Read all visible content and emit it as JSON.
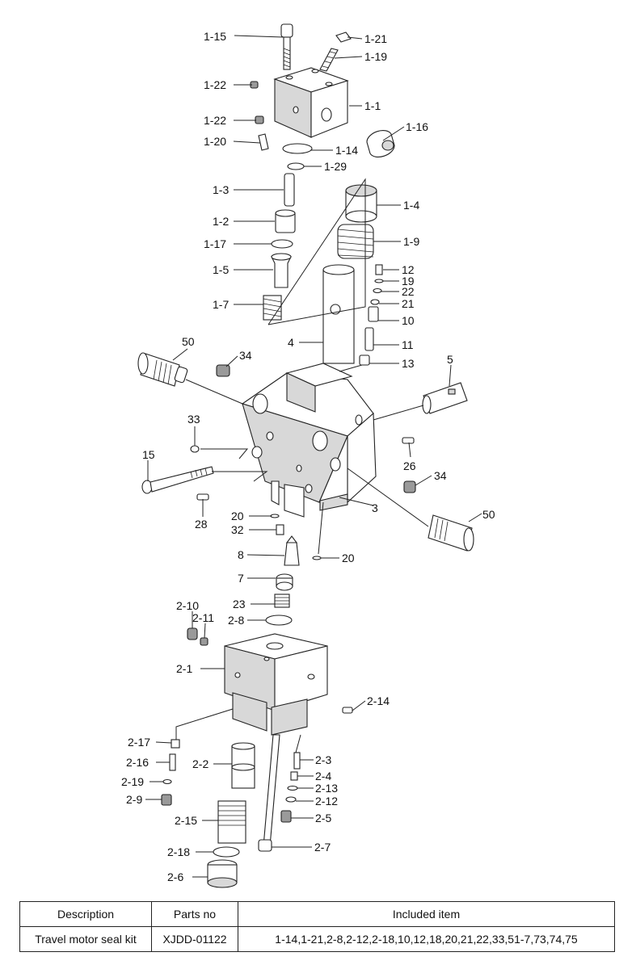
{
  "callouts": {
    "c1_15": "1-15",
    "c1_21": "1-21",
    "c1_19": "1-19",
    "c1_22a": "1-22",
    "c1_1": "1-1",
    "c1_22b": "1-22",
    "c1_16": "1-16",
    "c1_20": "1-20",
    "c1_14": "1-14",
    "c1_29": "1-29",
    "c1_3": "1-3",
    "c1_4": "1-4",
    "c1_2": "1-2",
    "c1_9": "1-9",
    "c1_17": "1-17",
    "c1_5": "1-5",
    "c1_7": "1-7",
    "c12": "12",
    "c19": "19",
    "c22": "22",
    "c21": "21",
    "c10": "10",
    "c4": "4",
    "c11": "11",
    "c13": "13",
    "c50a": "50",
    "c34a": "34",
    "c5": "5",
    "c33": "33",
    "c15": "15",
    "c26": "26",
    "c34b": "34",
    "c3": "3",
    "c50b": "50",
    "c20a": "20",
    "c28": "28",
    "c32": "32",
    "c8": "8",
    "c20b": "20",
    "c7": "7",
    "c23": "23",
    "c2_10": "2-10",
    "c2_11": "2-11",
    "c2_8": "2-8",
    "c2_1": "2-1",
    "c2_14": "2-14",
    "c2_17": "2-17",
    "c2_16": "2-16",
    "c2_2": "2-2",
    "c2_3": "2-3",
    "c2_4": "2-4",
    "c2_19": "2-19",
    "c2_13": "2-13",
    "c2_9": "2-9",
    "c2_12": "2-12",
    "c2_5": "2-5",
    "c2_15": "2-15",
    "c2_18": "2-18",
    "c2_7": "2-7",
    "c2_6": "2-6"
  },
  "table": {
    "headers": {
      "description": "Description",
      "parts_no": "Parts no",
      "included": "Included item"
    },
    "row": {
      "description": "Travel motor seal kit",
      "parts_no": "XJDD-01122",
      "included": "1-14,1-21,2-8,2-12,2-18,10,12,18,20,21,22,33,51-7,73,74,75"
    }
  }
}
